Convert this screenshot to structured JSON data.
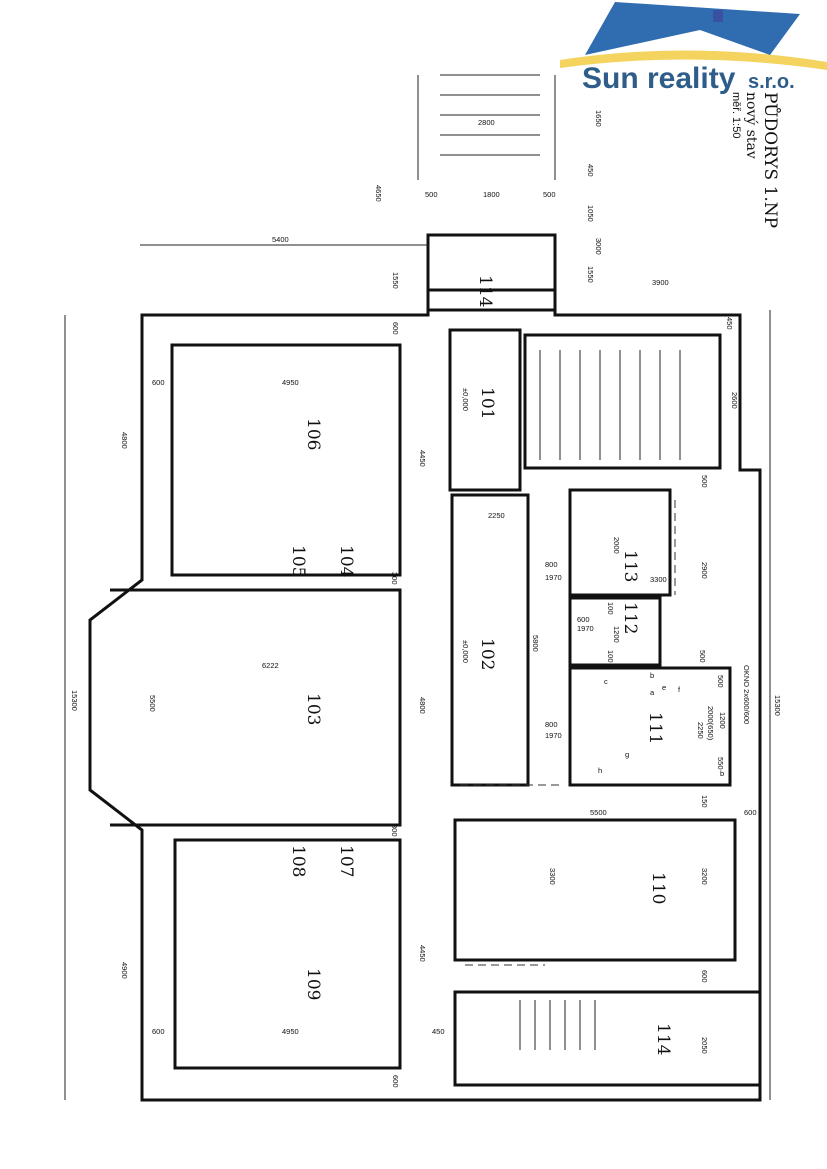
{
  "logo": {
    "brand": "Sun reality",
    "suffix": "s.r.o.",
    "roof_color": "#2f6db0",
    "sun_color": "#f4d35e"
  },
  "title": {
    "line1": "PŮDORYS 1.NP",
    "line2": "nový stav",
    "scale": "měř. 1:50"
  },
  "rooms": [
    "101",
    "102",
    "103",
    "104",
    "105",
    "106",
    "107",
    "108",
    "109",
    "110",
    "111",
    "112",
    "113",
    "114",
    "114"
  ],
  "level_marks": [
    "±0,000",
    "±0,000"
  ],
  "window_label": "OKNO 2x600/600",
  "dimensions": {
    "stair_top": [
      "2800",
      "500",
      "1800",
      "500",
      "1650",
      "450",
      "1050",
      "3000",
      "1550",
      "4650",
      "3900",
      "450"
    ],
    "left": [
      "5400",
      "1550",
      "600",
      "4950",
      "600",
      "4800",
      "6222",
      "5500",
      "15300",
      "4900",
      "600",
      "4950",
      "450",
      "600"
    ],
    "center": [
      "4450",
      "300",
      "4800",
      "300",
      "4450",
      "2250",
      "5800",
      "800",
      "1970",
      "800",
      "1970",
      "2600"
    ],
    "right": [
      "500",
      "2900",
      "3300",
      "2000",
      "600",
      "1970",
      "100",
      "1200",
      "100",
      "500",
      "500",
      "1200",
      "2000(650)",
      "2250",
      "550",
      "150",
      "5500",
      "600",
      "3300",
      "3200",
      "600",
      "2050",
      "15300"
    ]
  },
  "fixture_letters": [
    "b",
    "a",
    "c",
    "e",
    "f",
    "g",
    "h",
    "b"
  ]
}
